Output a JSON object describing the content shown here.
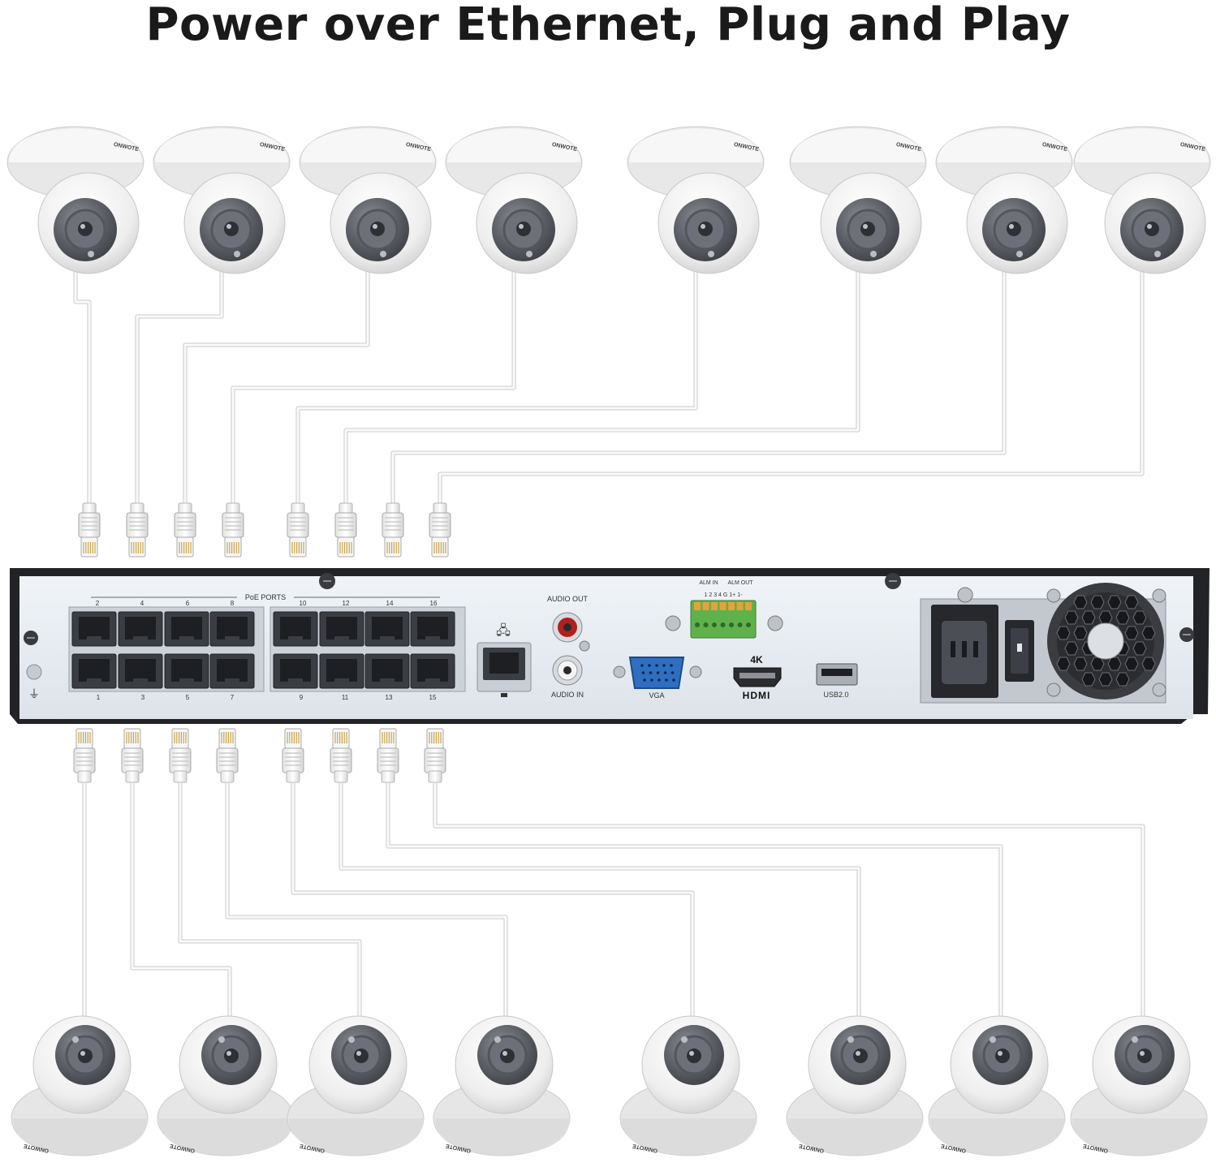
{
  "headline": "Power over Ethernet, Plug and Play",
  "camera": {
    "brand": "ONWOTE",
    "count_top": 8,
    "count_bottom": 8,
    "body_color": "#f2f2f2",
    "lens_color": "#5e6168"
  },
  "cable_color": "#fafafa",
  "nvr": {
    "poe_ports_label": "PoE PORTS",
    "port_numbers_top": [
      "2",
      "4",
      "6",
      "8",
      "10",
      "12",
      "14",
      "16"
    ],
    "port_numbers_bottom": [
      "1",
      "3",
      "5",
      "7",
      "9",
      "11",
      "13",
      "15"
    ],
    "audio_out_label": "AUDIO OUT",
    "audio_in_label": "AUDIO IN",
    "vga_label": "VGA",
    "resolution_badge": "4K",
    "hdmi_label": "HDMI",
    "usb_label": "USB2.0",
    "alarm_in_label": "ALM IN",
    "alarm_out_label": "ALM OUT",
    "alarm_terminals": "1 2 3 4 G 1+ 1-",
    "chassis_color": "#222326",
    "panel_color": "#e9eef3"
  }
}
